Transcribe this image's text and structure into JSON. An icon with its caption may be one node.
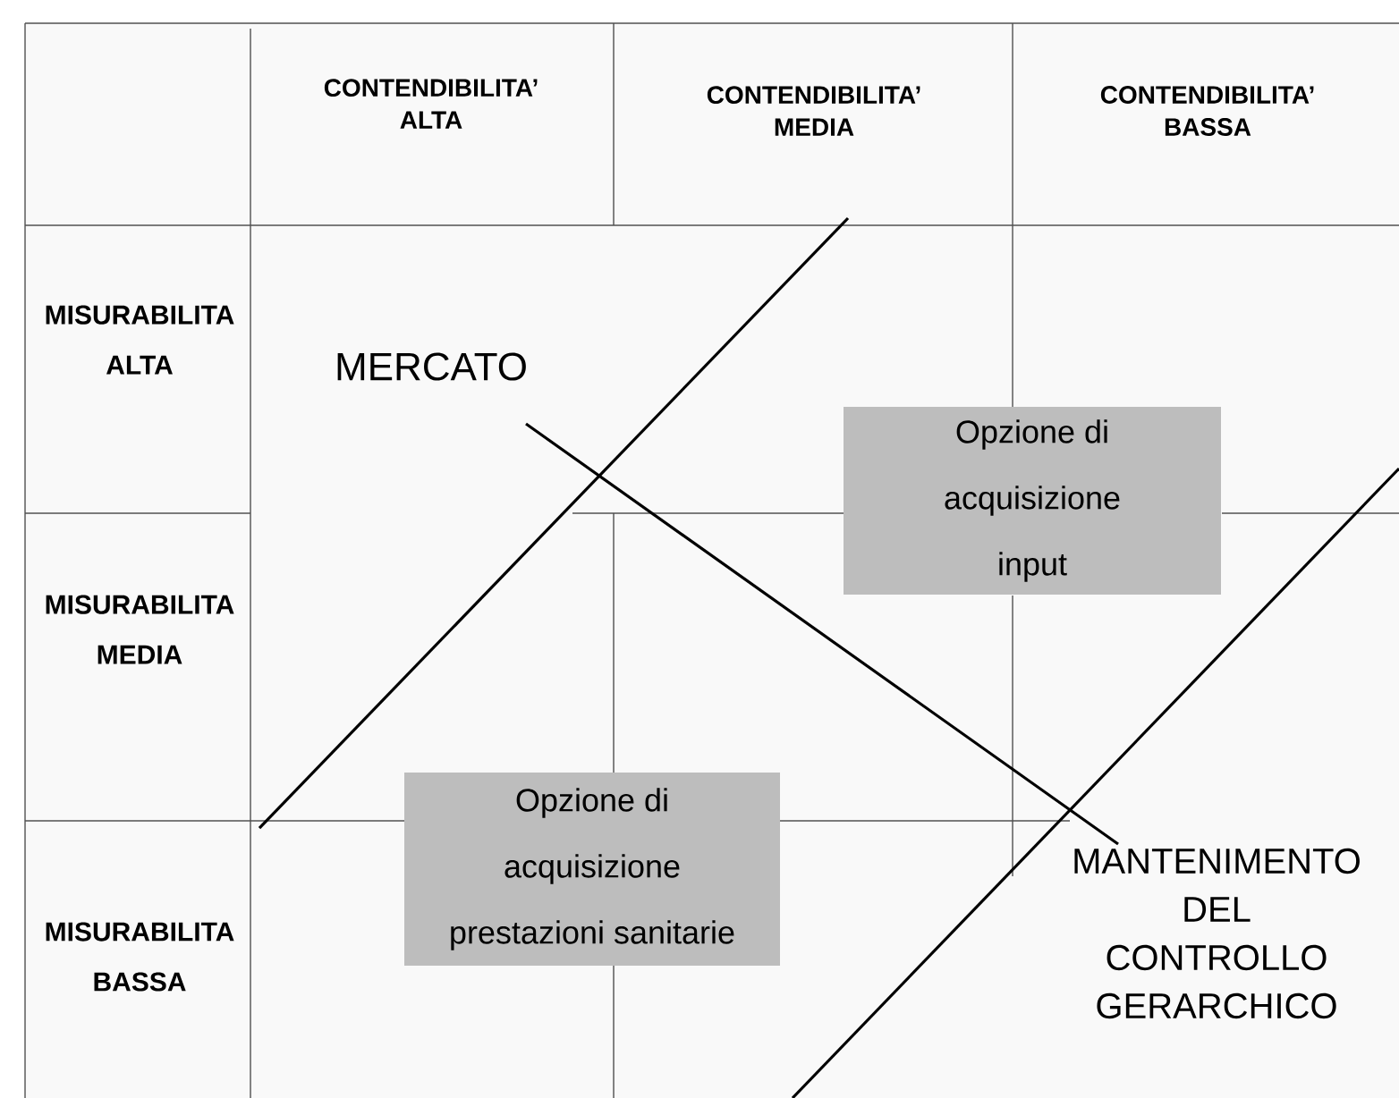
{
  "diagram": {
    "nodes": [
      {
        "text": [
          "Opzione di acquisizione input"
        ]
      },
      {
        "text": [
          "Opzione di acquisizione prestazioni sanitarie"
        ]
      }
    ],
    "labels": [
      "CONTENDIBILITA’ ALTA",
      "CONTENDIBILITA’ MEDIA",
      "CONTENDIBILITA’ BASSA",
      "MISURABILITA ALTA",
      "MERCATO",
      "MISURABILITA MEDIA",
      "MISURABILITA BASSA",
      "MANTENIMENTO DEL CONTROLLO GERARCHICO"
    ]
  }
}
